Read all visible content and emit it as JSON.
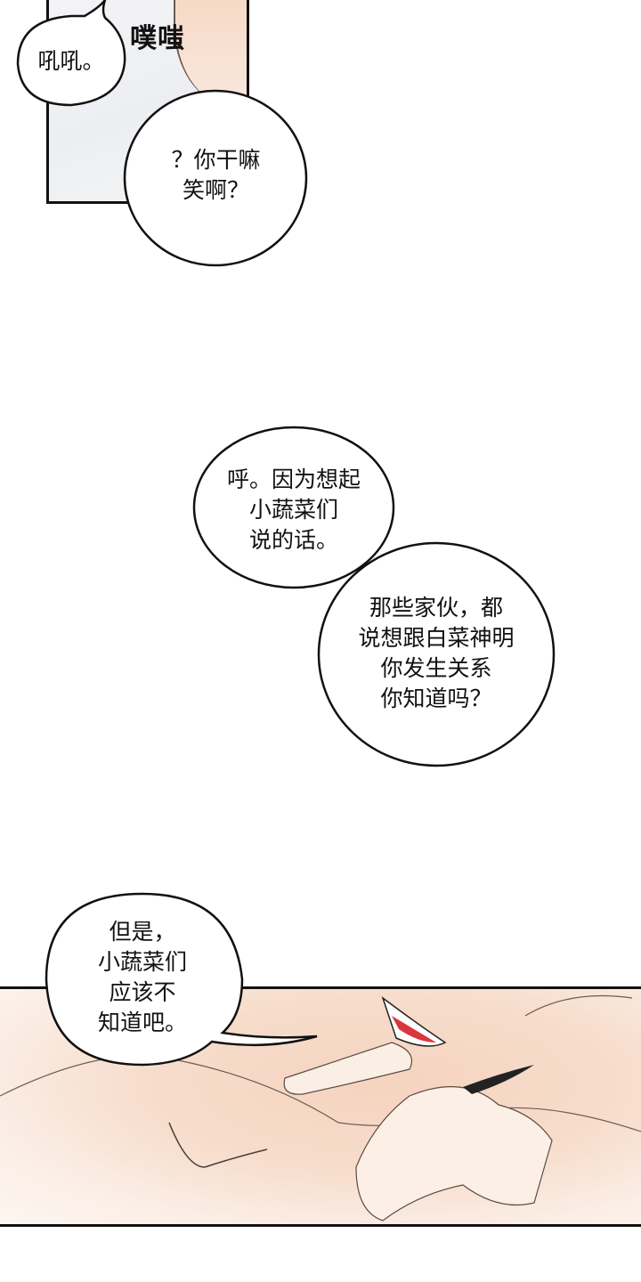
{
  "panels": {
    "top": {
      "sfx": "噗嗤",
      "bubble_1": "吼吼。",
      "bubble_2": [
        "？你干嘛",
        "笑啊？"
      ]
    },
    "middle": {
      "bubble_1": [
        "呼。因为想起",
        "小蔬菜们",
        "说的话。"
      ],
      "bubble_2": [
        "那些家伙，都",
        "说想跟白菜神明",
        "你发生关系",
        "你知道吗？"
      ]
    },
    "bottom": {
      "bubble_1": [
        "但是，",
        "小蔬菜们",
        "应该不",
        "知道吧。"
      ]
    }
  }
}
